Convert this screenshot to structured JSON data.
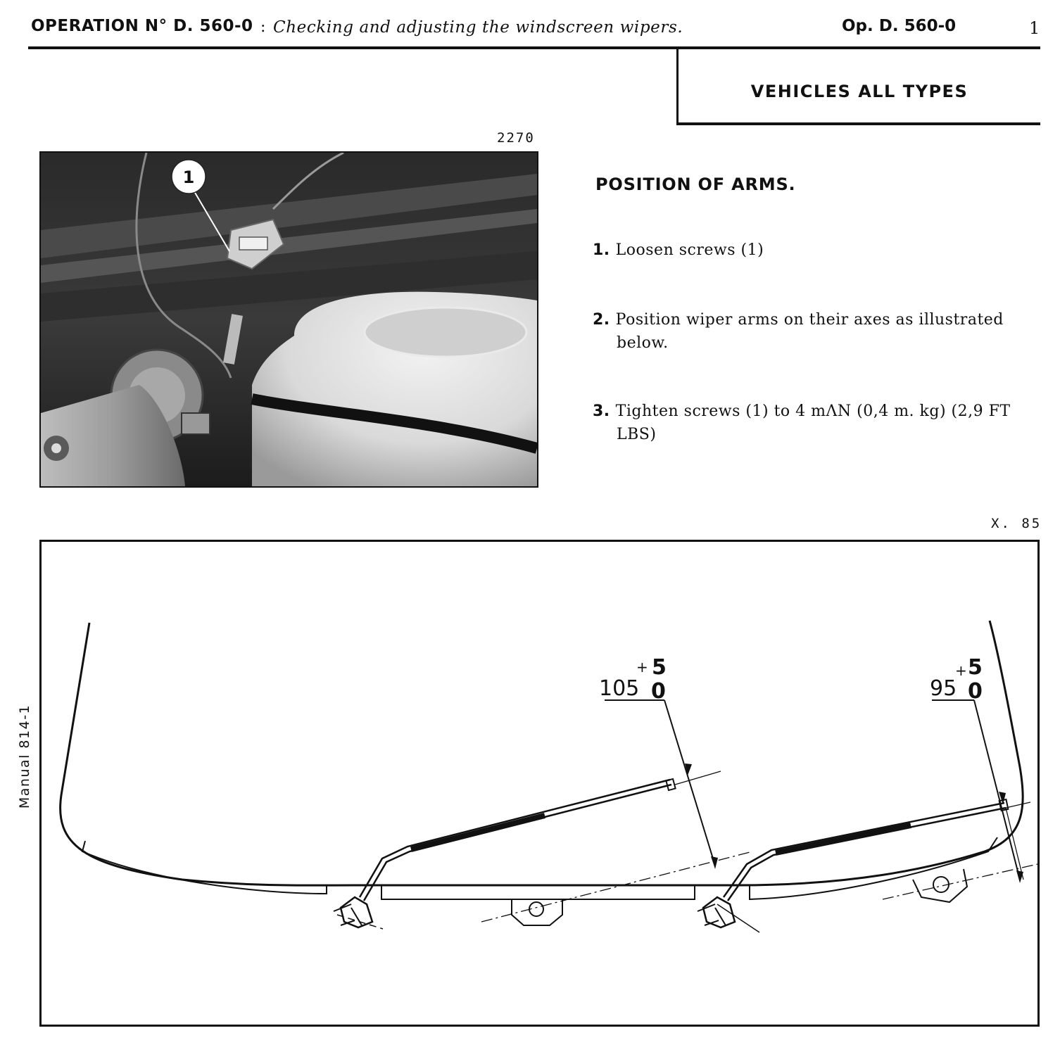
{
  "header": {
    "operation": "OPERATION N° D. 560-0",
    "separator": ":",
    "description": "Checking and adjusting the windscreen wipers.",
    "reference": "Op. D. 560-0",
    "page": "1"
  },
  "vehicles": "VEHICLES ALL TYPES",
  "photo": {
    "number": "2270",
    "callout": "1"
  },
  "section_title": "POSITION OF ARMS.",
  "steps": [
    {
      "num": "1.",
      "text": "Loosen screws (1)",
      "cont": ""
    },
    {
      "num": "2.",
      "text": "Position wiper arms on their axes as illustrated",
      "cont": "below."
    },
    {
      "num": "3.",
      "text": "Tighten screws (1) to 4 mΛN (0,4 m. kg) (2,9 FT",
      "cont": "LBS)"
    }
  ],
  "diagram": {
    "number": "X. 85",
    "dim_left": {
      "value": "105",
      "plus": "+",
      "upper": "5",
      "lower": "0"
    },
    "dim_right": {
      "value": "95",
      "plus": "+",
      "upper": "5",
      "lower": "0"
    }
  },
  "side_label": "Manual 814-1"
}
